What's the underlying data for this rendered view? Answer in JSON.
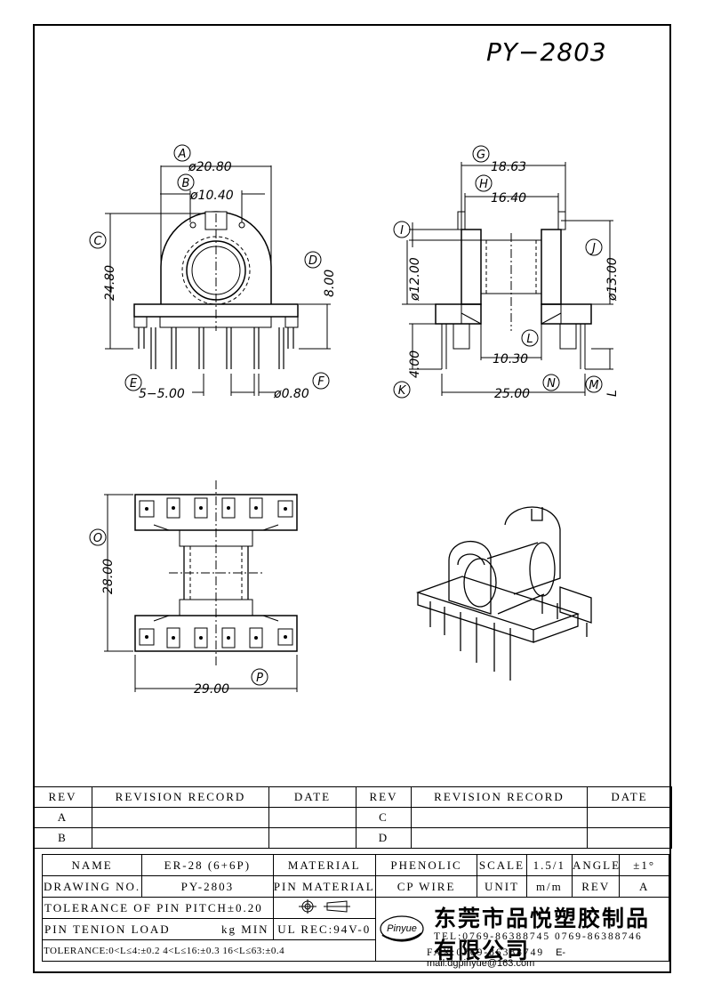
{
  "part_number": "PY−2803",
  "dimensions": {
    "A": "ø20.80",
    "B": "ø10.40",
    "C": "24.80",
    "D": "8.00",
    "E": "5−5.00",
    "F": "ø0.80",
    "G": "18.63",
    "H": "16.40",
    "I": "ø12.00",
    "J": "ø13.00",
    "K": "4.00",
    "L": "10.30",
    "M": "L",
    "N": "25.00",
    "O": "28.00",
    "P": "29.00"
  },
  "revision_table": {
    "headers": [
      "REV",
      "REVISION RECORD",
      "DATE",
      "REV",
      "REVISION RECORD",
      "DATE"
    ],
    "rows": [
      [
        "A",
        "",
        "",
        "C",
        "",
        ""
      ],
      [
        "B",
        "",
        "",
        "D",
        "",
        ""
      ]
    ]
  },
  "info": {
    "name_label": "NAME",
    "name": "ER-28 (6+6P)",
    "material_label": "MATERIAL",
    "material": "PHENOLIC",
    "scale_label": "SCALE",
    "scale": "1.5/1",
    "angle_label": "ANGLE",
    "angle": "±1°",
    "drawing_no_label": "DRAWING NO.",
    "drawing_no": "PY-2803",
    "pin_material_label": "PIN MATERIAL",
    "pin_material": "CP WIRE",
    "unit_label": "UNIT",
    "unit": "m/m",
    "rev_label": "REV",
    "rev": "A",
    "pitch_tolerance": "TOLERANCE OF PIN PITCH±0.20",
    "pin_tension": "PIN TENION LOAD",
    "pin_tension_unit": "kg MIN",
    "ul_rec": "UL REC:94V-0",
    "tolerance": "TOLERANCE:0<L≤4:±0.2  4<L≤16:±0.3  16<L≤63:±0.4"
  },
  "company": {
    "logo_text": "Pinyue",
    "name_cn": "东莞市品悦塑胶制品有限公司",
    "tel": "TEL:0769-86388745    0769-86388746",
    "fax": "FAX:0769-86388749",
    "email": "E-mail:dgpinyue@163.com"
  }
}
